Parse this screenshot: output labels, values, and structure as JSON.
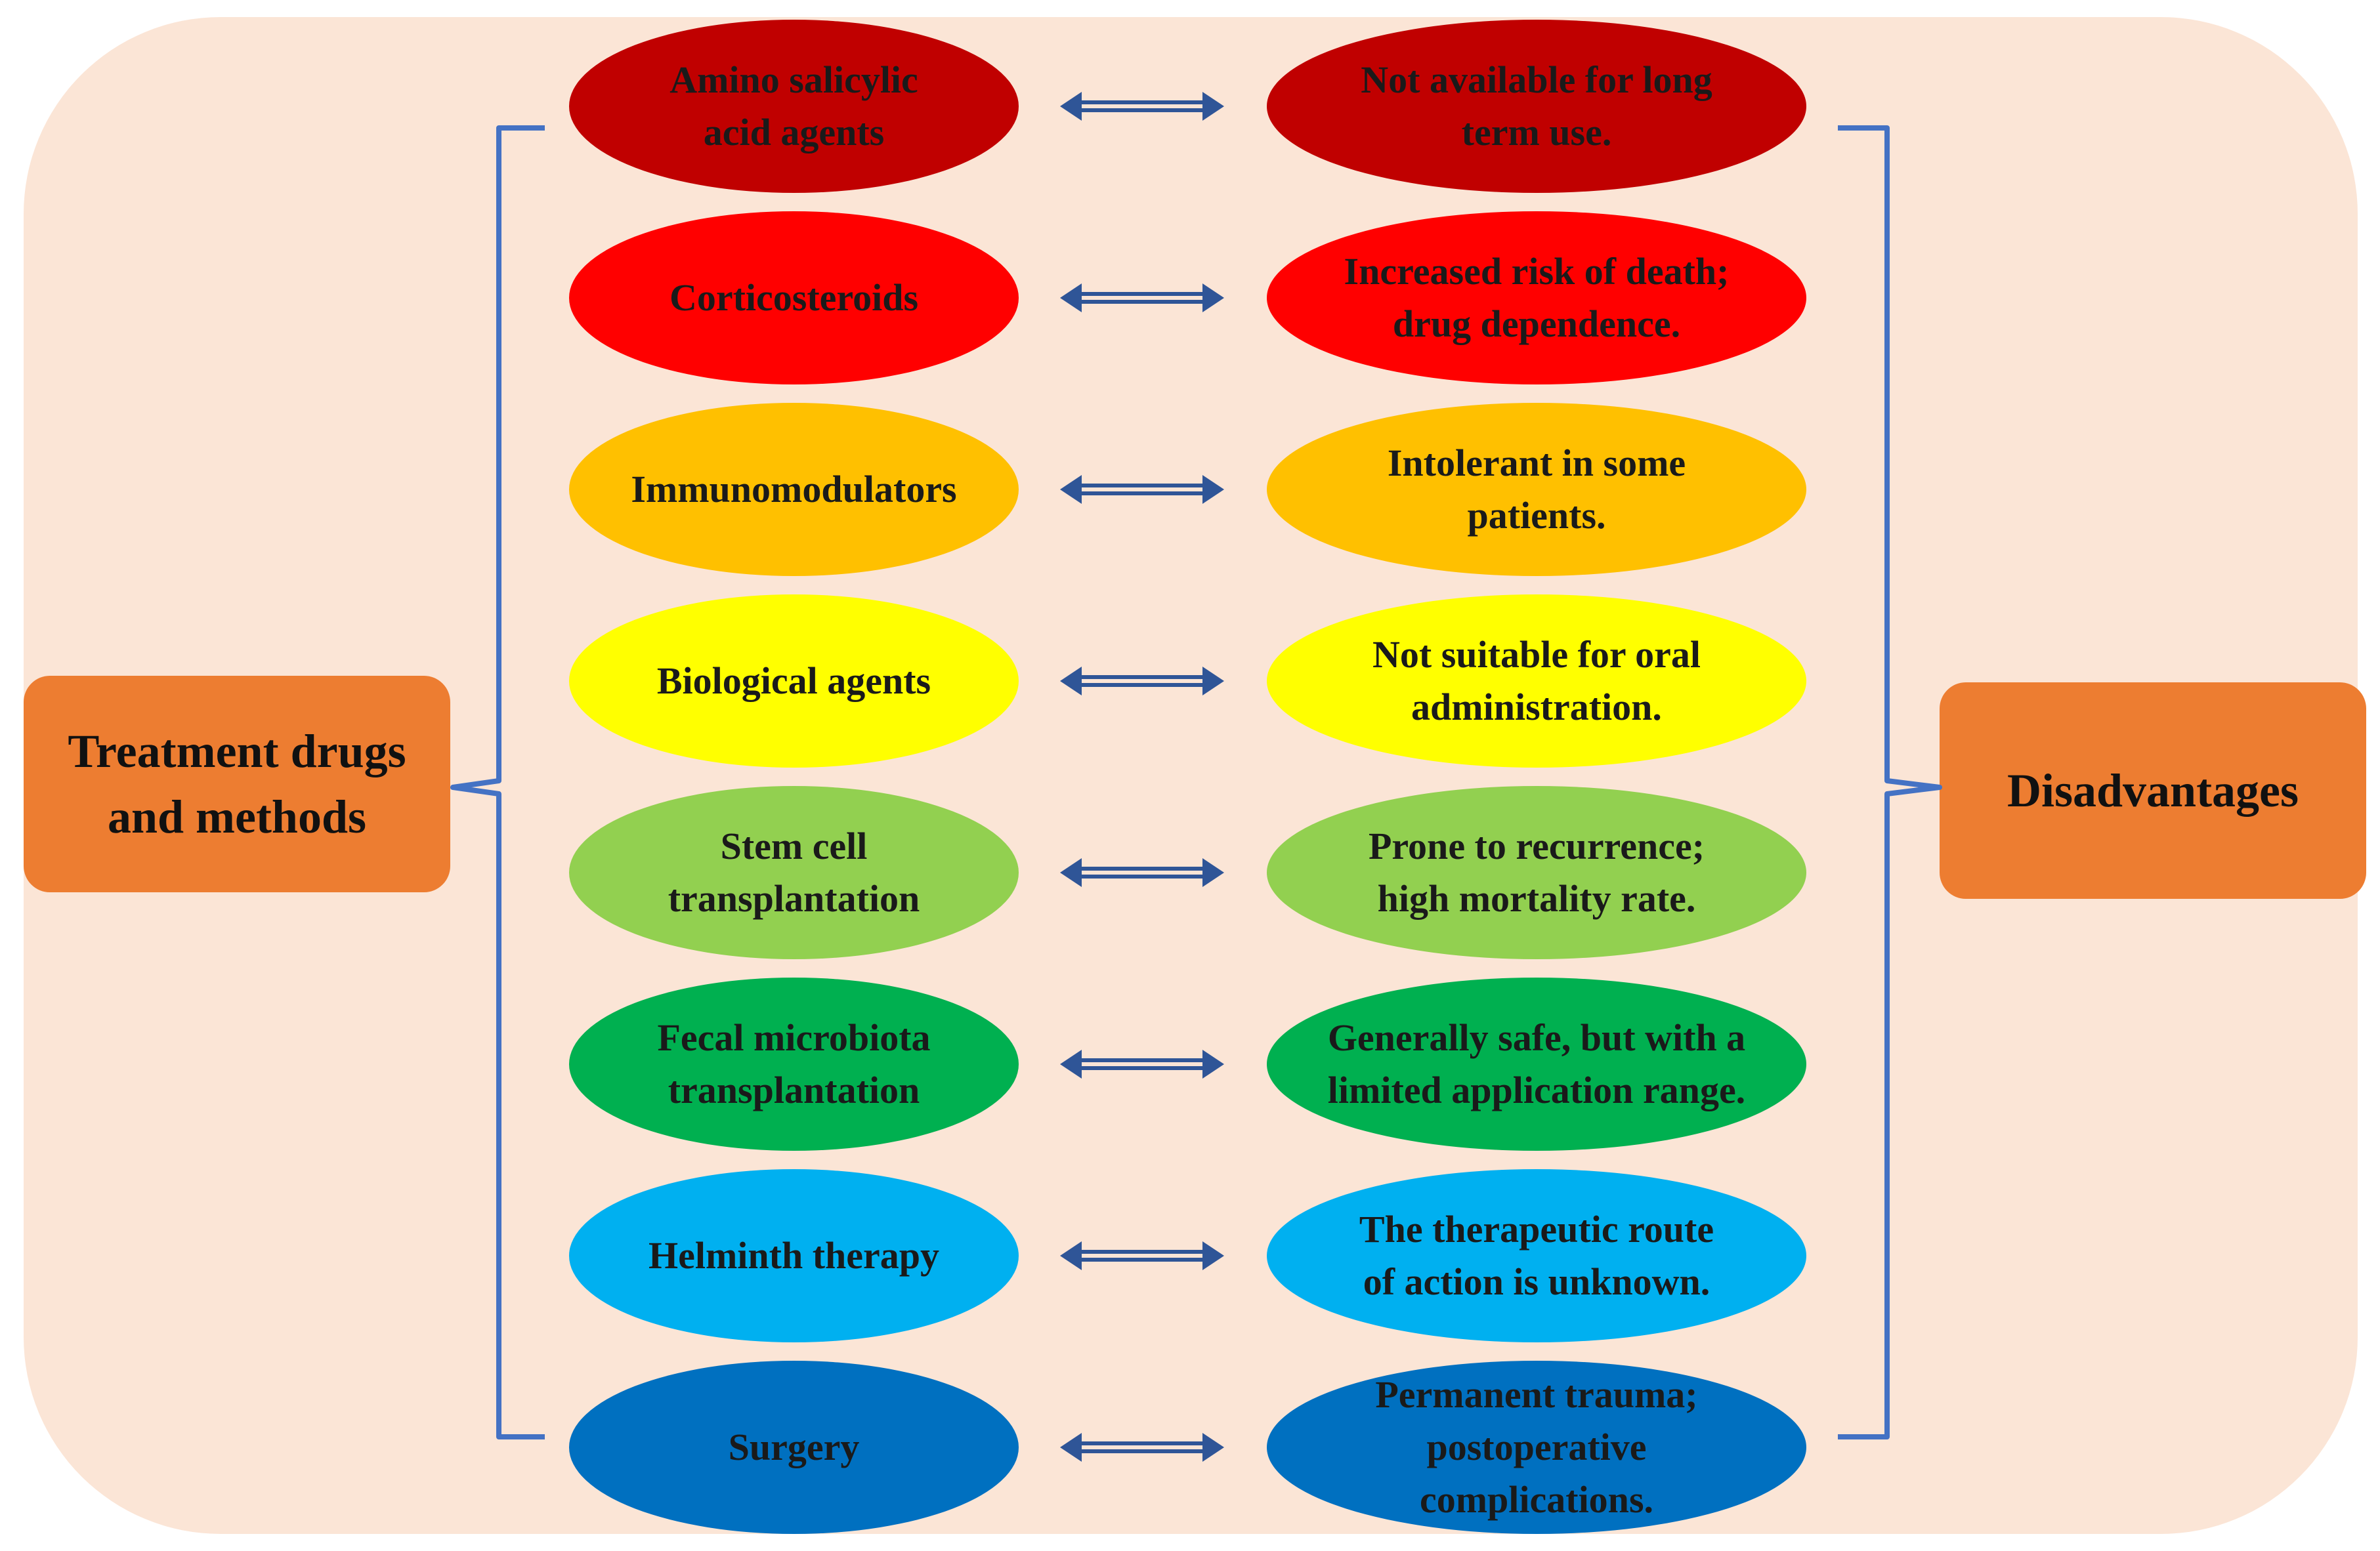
{
  "left_label": [
    "Treatment drugs",
    "and methods"
  ],
  "right_label": "Disadvantages",
  "rows": [
    {
      "treatment": "Amino salicylic\nacid agents",
      "disadvantage": "Not available for long\nterm use.",
      "color": "#c00000",
      "text_color": "#1a1a1a"
    },
    {
      "treatment": "Corticosteroids",
      "disadvantage": "Increased risk of death;\ndrug dependence.",
      "color": "#ff0000",
      "text_color": "#1a1a1a"
    },
    {
      "treatment": "Immunomodulators",
      "disadvantage": "Intolerant in some\npatients.",
      "color": "#ffc000",
      "text_color": "#1a1a1a"
    },
    {
      "treatment": "Biological agents",
      "disadvantage": "Not suitable for oral\nadministration.",
      "color": "#ffff00",
      "text_color": "#1a1a1a"
    },
    {
      "treatment": "Stem cell\ntransplantation",
      "disadvantage": "Prone to recurrence;\nhigh mortality rate.",
      "color": "#92d050",
      "text_color": "#1a1a1a"
    },
    {
      "treatment": "Fecal microbiota\ntransplantation",
      "disadvantage": "Generally safe, but with a\nlimited application range.",
      "color": "#00b050",
      "text_color": "#1a1a1a"
    },
    {
      "treatment": "Helminth therapy",
      "disadvantage": "The therapeutic route\nof action is unknown.",
      "color": "#00b0f0",
      "text_color": "#1a1a1a"
    },
    {
      "treatment": "Surgery",
      "disadvantage": "Permanent trauma;\npostoperative\ncomplications.",
      "color": "#0070c0",
      "text_color": "#1a1a1a"
    }
  ],
  "colors": {
    "panel_background": "#fbe5d6",
    "label_box": "#ed7d31",
    "bracket": "#4472c4",
    "arrow": "#2f5597"
  }
}
